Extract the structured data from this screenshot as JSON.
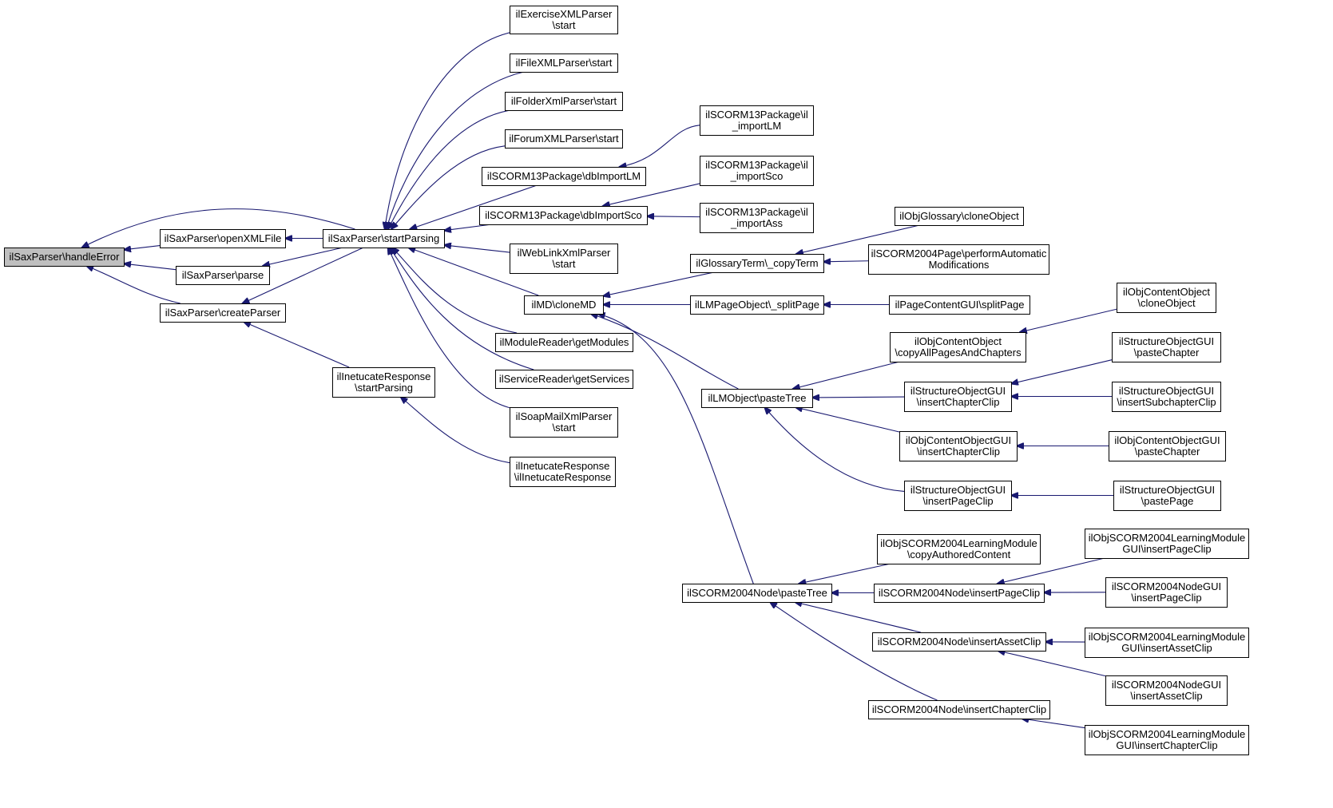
{
  "graph": {
    "colors": {
      "edge": "#191970",
      "root_fill": "#bfbfbf",
      "node_fill": "#ffffff",
      "node_border": "#000000"
    },
    "nodes": [
      {
        "id": "handleError",
        "lines": [
          "ilSaxParser\\handleError"
        ],
        "root": true
      },
      {
        "id": "openXMLFile",
        "lines": [
          "ilSaxParser\\openXMLFile"
        ]
      },
      {
        "id": "parse",
        "lines": [
          "ilSaxParser\\parse"
        ]
      },
      {
        "id": "createParser",
        "lines": [
          "ilSaxParser\\createParser"
        ]
      },
      {
        "id": "startParsing",
        "lines": [
          "ilSaxParser\\startParsing"
        ]
      },
      {
        "id": "inetStart",
        "lines": [
          "ilInetucateResponse",
          "\\startParsing"
        ]
      },
      {
        "id": "inetCtor",
        "lines": [
          "ilInetucateResponse",
          "\\ilInetucateResponse"
        ]
      },
      {
        "id": "exercise",
        "lines": [
          "ilExerciseXMLParser",
          "\\start"
        ]
      },
      {
        "id": "file",
        "lines": [
          "ilFileXMLParser\\start"
        ]
      },
      {
        "id": "folder",
        "lines": [
          "ilFolderXmlParser\\start"
        ]
      },
      {
        "id": "forum",
        "lines": [
          "ilForumXMLParser\\start"
        ]
      },
      {
        "id": "dbImportLM",
        "lines": [
          "ilSCORM13Package\\dbImportLM"
        ]
      },
      {
        "id": "dbImportSco",
        "lines": [
          "ilSCORM13Package\\dbImportSco"
        ]
      },
      {
        "id": "weblink",
        "lines": [
          "ilWebLinkXmlParser",
          "\\start"
        ]
      },
      {
        "id": "cloneMD",
        "lines": [
          "ilMD\\cloneMD"
        ]
      },
      {
        "id": "modules",
        "lines": [
          "ilModuleReader\\getModules"
        ]
      },
      {
        "id": "services",
        "lines": [
          "ilServiceReader\\getServices"
        ]
      },
      {
        "id": "soapmail",
        "lines": [
          "ilSoapMailXmlParser",
          "\\start"
        ]
      },
      {
        "id": "importLM",
        "lines": [
          "ilSCORM13Package\\il",
          "_importLM"
        ]
      },
      {
        "id": "importSco",
        "lines": [
          "ilSCORM13Package\\il",
          "_importSco"
        ]
      },
      {
        "id": "importAss",
        "lines": [
          "ilSCORM13Package\\il",
          "_importAss"
        ]
      },
      {
        "id": "copyTerm",
        "lines": [
          "ilGlossaryTerm\\_copyTerm"
        ]
      },
      {
        "id": "splitPage",
        "lines": [
          "ilLMPageObject\\_splitPage"
        ]
      },
      {
        "id": "lmPasteTree",
        "lines": [
          "ilLMObject\\pasteTree"
        ]
      },
      {
        "id": "scormPasteTree",
        "lines": [
          "ilSCORM2004Node\\pasteTree"
        ]
      },
      {
        "id": "glossaryClone",
        "lines": [
          "ilObjGlossary\\cloneObject"
        ]
      },
      {
        "id": "performAuto",
        "lines": [
          "ilSCORM2004Page\\performAutomatic",
          "Modifications"
        ]
      },
      {
        "id": "pcSplitPage",
        "lines": [
          "ilPageContentGUI\\splitPage"
        ]
      },
      {
        "id": "copyAllPages",
        "lines": [
          "ilObjContentObject",
          "\\copyAllPagesAndChapters"
        ]
      },
      {
        "id": "sogInsertChapter",
        "lines": [
          "ilStructureObjectGUI",
          "\\insertChapterClip"
        ]
      },
      {
        "id": "cogInsertChapter",
        "lines": [
          "ilObjContentObjectGUI",
          "\\insertChapterClip"
        ]
      },
      {
        "id": "sogInsertPage",
        "lines": [
          "ilStructureObjectGUI",
          "\\insertPageClip"
        ]
      },
      {
        "id": "cocClone",
        "lines": [
          "ilObjContentObject",
          "\\cloneObject"
        ]
      },
      {
        "id": "sogPasteChapter",
        "lines": [
          "ilStructureObjectGUI",
          "\\pasteChapter"
        ]
      },
      {
        "id": "sogInsertSub",
        "lines": [
          "ilStructureObjectGUI",
          "\\insertSubchapterClip"
        ]
      },
      {
        "id": "cogPasteChapter",
        "lines": [
          "ilObjContentObjectGUI",
          "\\pasteChapter"
        ]
      },
      {
        "id": "sogPastePage",
        "lines": [
          "ilStructureObjectGUI",
          "\\pastePage"
        ]
      },
      {
        "id": "copyAuthored",
        "lines": [
          "ilObjSCORM2004LearningModule",
          "\\copyAuthoredContent"
        ]
      },
      {
        "id": "nInsertPage",
        "lines": [
          "ilSCORM2004Node\\insertPageClip"
        ]
      },
      {
        "id": "nInsertAsset",
        "lines": [
          "ilSCORM2004Node\\insertAssetClip"
        ]
      },
      {
        "id": "nInsertChapter",
        "lines": [
          "ilSCORM2004Node\\insertChapterClip"
        ]
      },
      {
        "id": "lmgInsertPage",
        "lines": [
          "ilObjSCORM2004LearningModule",
          "GUI\\insertPageClip"
        ]
      },
      {
        "id": "ngInsertPage",
        "lines": [
          "ilSCORM2004NodeGUI",
          "\\insertPageClip"
        ]
      },
      {
        "id": "lmgInsertAsset",
        "lines": [
          "ilObjSCORM2004LearningModule",
          "GUI\\insertAssetClip"
        ]
      },
      {
        "id": "ngInsertAsset",
        "lines": [
          "ilSCORM2004NodeGUI",
          "\\insertAssetClip"
        ]
      },
      {
        "id": "lmgInsertChapter",
        "lines": [
          "ilObjSCORM2004LearningModule",
          "GUI\\insertChapterClip"
        ]
      }
    ],
    "edges": [
      [
        "openXMLFile",
        "handleError"
      ],
      [
        "parse",
        "handleError"
      ],
      [
        "createParser",
        "handleError"
      ],
      [
        "startParsing",
        "handleError"
      ],
      [
        "startParsing",
        "openXMLFile"
      ],
      [
        "startParsing",
        "parse"
      ],
      [
        "startParsing",
        "createParser"
      ],
      [
        "inetStart",
        "createParser"
      ],
      [
        "inetCtor",
        "inetStart"
      ],
      [
        "exercise",
        "startParsing"
      ],
      [
        "file",
        "startParsing"
      ],
      [
        "folder",
        "startParsing"
      ],
      [
        "forum",
        "startParsing"
      ],
      [
        "dbImportLM",
        "startParsing"
      ],
      [
        "dbImportSco",
        "startParsing"
      ],
      [
        "weblink",
        "startParsing"
      ],
      [
        "cloneMD",
        "startParsing"
      ],
      [
        "modules",
        "startParsing"
      ],
      [
        "services",
        "startParsing"
      ],
      [
        "soapmail",
        "startParsing"
      ],
      [
        "importLM",
        "dbImportLM"
      ],
      [
        "importSco",
        "dbImportSco"
      ],
      [
        "importAss",
        "dbImportSco"
      ],
      [
        "copyTerm",
        "cloneMD"
      ],
      [
        "splitPage",
        "cloneMD"
      ],
      [
        "lmPasteTree",
        "cloneMD"
      ],
      [
        "scormPasteTree",
        "cloneMD"
      ],
      [
        "glossaryClone",
        "copyTerm"
      ],
      [
        "performAuto",
        "copyTerm"
      ],
      [
        "pcSplitPage",
        "splitPage"
      ],
      [
        "copyAllPages",
        "lmPasteTree"
      ],
      [
        "sogInsertChapter",
        "lmPasteTree"
      ],
      [
        "cogInsertChapter",
        "lmPasteTree"
      ],
      [
        "sogInsertPage",
        "lmPasteTree"
      ],
      [
        "cocClone",
        "copyAllPages"
      ],
      [
        "sogPasteChapter",
        "sogInsertChapter"
      ],
      [
        "sogInsertSub",
        "sogInsertChapter"
      ],
      [
        "cogPasteChapter",
        "cogInsertChapter"
      ],
      [
        "sogPastePage",
        "sogInsertPage"
      ],
      [
        "copyAuthored",
        "scormPasteTree"
      ],
      [
        "nInsertPage",
        "scormPasteTree"
      ],
      [
        "nInsertAsset",
        "scormPasteTree"
      ],
      [
        "nInsertChapter",
        "scormPasteTree"
      ],
      [
        "lmgInsertPage",
        "nInsertPage"
      ],
      [
        "ngInsertPage",
        "nInsertPage"
      ],
      [
        "lmgInsertAsset",
        "nInsertAsset"
      ],
      [
        "ngInsertAsset",
        "nInsertAsset"
      ],
      [
        "lmgInsertChapter",
        "nInsertChapter"
      ]
    ]
  }
}
